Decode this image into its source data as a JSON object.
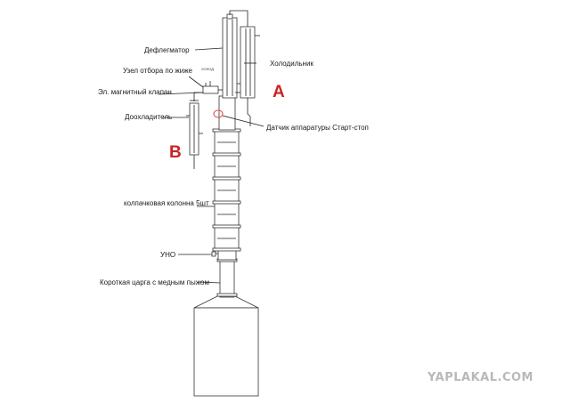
{
  "labels": {
    "dephlegmator": "Дефлегматор",
    "cooler": "Холодильник",
    "takeoff_node": "Узел отбора по жиже",
    "takeoff_node_small": "ХОЛОД",
    "solenoid": "Эл. магнитный клапан",
    "aftercooler": "Доохладитель",
    "sensor": "Датчик аппаратуры Старт-стоп",
    "bubble_column": "колпачковая колонна 5шт",
    "uno": "УНО",
    "short_section": "Короткая царга с медным пыжом"
  },
  "markers": {
    "a": "A",
    "b": "B"
  },
  "watermark": "YAPLAKAL.COM",
  "colors": {
    "marker_red": "#cc2222",
    "watermark_grey": "#b9b9b9",
    "line": "#222222",
    "sensor_ring": "#dd4444"
  }
}
